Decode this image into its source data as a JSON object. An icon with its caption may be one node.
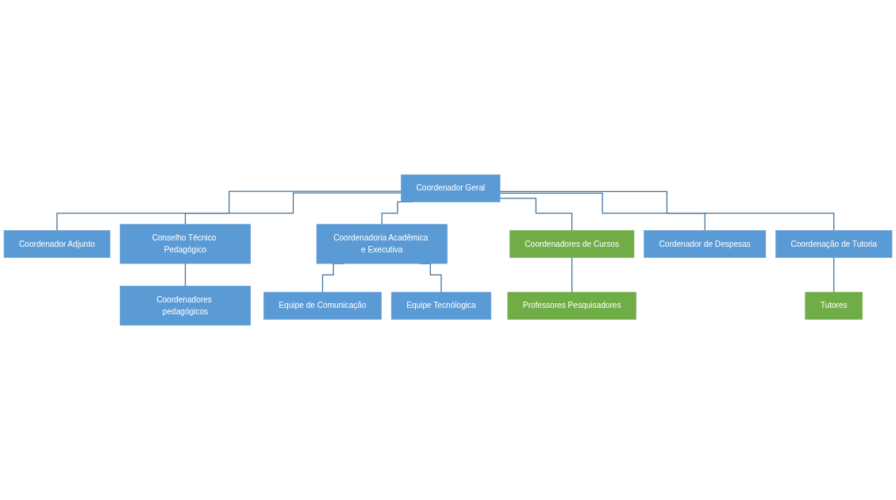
{
  "diagram": {
    "nodes": [
      {
        "text": [
          "Coordenador Geral"
        ]
      },
      {
        "text": [
          "Coordenador Adjunto"
        ]
      },
      {
        "text": [
          "Conselho Técnico Pedagógico"
        ]
      },
      {
        "text": [
          "Coordenadoria Acadêmica e Executiva"
        ]
      },
      {
        "text": [
          "Coordenadores de Cursos"
        ]
      },
      {
        "text": [
          "Cordenador de Despesas"
        ]
      },
      {
        "text": [
          "Coordenação de Tutoria"
        ]
      },
      {
        "text": [
          "Coordenadores pedagógicos"
        ]
      },
      {
        "text": [
          "Equipe de Comunicação"
        ]
      },
      {
        "text": [
          "Equipe Tecnólogica"
        ]
      },
      {
        "text": [
          "Professores Pesquisadores"
        ]
      },
      {
        "text": [
          "Tutores"
        ]
      }
    ],
    "edges": [
      {
        "from": 0,
        "to": 1,
        "arrow": "none"
      },
      {
        "from": 0,
        "to": 2,
        "arrow": "none"
      },
      {
        "from": 0,
        "to": 3,
        "arrow": "none"
      },
      {
        "from": 0,
        "to": 4,
        "arrow": "none"
      },
      {
        "from": 0,
        "to": 5,
        "arrow": "none"
      },
      {
        "from": 0,
        "to": 6,
        "arrow": "none"
      },
      {
        "from": 2,
        "to": 7,
        "arrow": "none"
      },
      {
        "from": 3,
        "to": 8,
        "arrow": "none"
      },
      {
        "from": 3,
        "to": 9,
        "arrow": "none"
      },
      {
        "from": 4,
        "to": 10,
        "arrow": "none"
      },
      {
        "from": 6,
        "to": 11,
        "arrow": "none"
      }
    ]
  }
}
